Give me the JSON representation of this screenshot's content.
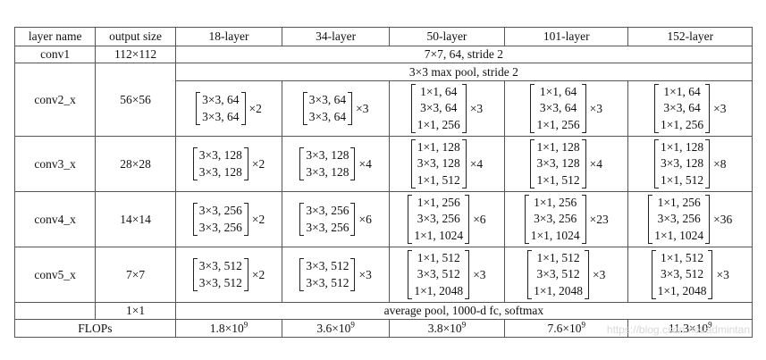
{
  "headers": [
    "layer name",
    "output size",
    "18-layer",
    "34-layer",
    "50-layer",
    "101-layer",
    "152-layer"
  ],
  "conv1": {
    "name": "conv1",
    "size": "112×112",
    "spec": "7×7, 64, stride 2"
  },
  "pool": {
    "spec": "3×3 max pool, stride 2"
  },
  "stages": [
    {
      "name": "conv2_x",
      "size": "56×56",
      "cells": [
        {
          "lines": [
            "3×3, 64",
            "3×3, 64"
          ],
          "mult": "×2"
        },
        {
          "lines": [
            "3×3, 64",
            "3×3, 64"
          ],
          "mult": "×3"
        },
        {
          "lines": [
            "1×1, 64",
            "3×3, 64",
            "1×1, 256"
          ],
          "mult": "×3"
        },
        {
          "lines": [
            "1×1, 64",
            "3×3, 64",
            "1×1, 256"
          ],
          "mult": "×3"
        },
        {
          "lines": [
            "1×1, 64",
            "3×3, 64",
            "1×1, 256"
          ],
          "mult": "×3"
        }
      ]
    },
    {
      "name": "conv3_x",
      "size": "28×28",
      "cells": [
        {
          "lines": [
            "3×3, 128",
            "3×3, 128"
          ],
          "mult": "×2"
        },
        {
          "lines": [
            "3×3, 128",
            "3×3, 128"
          ],
          "mult": "×4"
        },
        {
          "lines": [
            "1×1, 128",
            "3×3, 128",
            "1×1, 512"
          ],
          "mult": "×4"
        },
        {
          "lines": [
            "1×1, 128",
            "3×3, 128",
            "1×1, 512"
          ],
          "mult": "×4"
        },
        {
          "lines": [
            "1×1, 128",
            "3×3, 128",
            "1×1, 512"
          ],
          "mult": "×8"
        }
      ]
    },
    {
      "name": "conv4_x",
      "size": "14×14",
      "cells": [
        {
          "lines": [
            "3×3, 256",
            "3×3, 256"
          ],
          "mult": "×2"
        },
        {
          "lines": [
            "3×3, 256",
            "3×3, 256"
          ],
          "mult": "×6"
        },
        {
          "lines": [
            "1×1, 256",
            "3×3, 256",
            "1×1, 1024"
          ],
          "mult": "×6"
        },
        {
          "lines": [
            "1×1, 256",
            "3×3, 256",
            "1×1, 1024"
          ],
          "mult": "×23"
        },
        {
          "lines": [
            "1×1, 256",
            "3×3, 256",
            "1×1, 1024"
          ],
          "mult": "×36"
        }
      ]
    },
    {
      "name": "conv5_x",
      "size": "7×7",
      "cells": [
        {
          "lines": [
            "3×3, 512",
            "3×3, 512"
          ],
          "mult": "×2"
        },
        {
          "lines": [
            "3×3, 512",
            "3×3, 512"
          ],
          "mult": "×3"
        },
        {
          "lines": [
            "1×1, 512",
            "3×3, 512",
            "1×1, 2048"
          ],
          "mult": "×3"
        },
        {
          "lines": [
            "1×1, 512",
            "3×3, 512",
            "1×1, 2048"
          ],
          "mult": "×3"
        },
        {
          "lines": [
            "1×1, 512",
            "3×3, 512",
            "1×1, 2048"
          ],
          "mult": "×3"
        }
      ]
    }
  ],
  "avg": {
    "size": "1×1",
    "spec": "average pool, 1000-d fc, softmax"
  },
  "flops": {
    "label": "FLOPs",
    "values": [
      {
        "base": "1.8×10",
        "exp": "9"
      },
      {
        "base": "3.6×10",
        "exp": "9"
      },
      {
        "base": "3.8×10",
        "exp": "9"
      },
      {
        "base": "7.6×10",
        "exp": "9"
      },
      {
        "base": "11.3×10",
        "exp": "9"
      }
    ]
  },
  "watermark": "https://blog.csdn.net/admintan"
}
